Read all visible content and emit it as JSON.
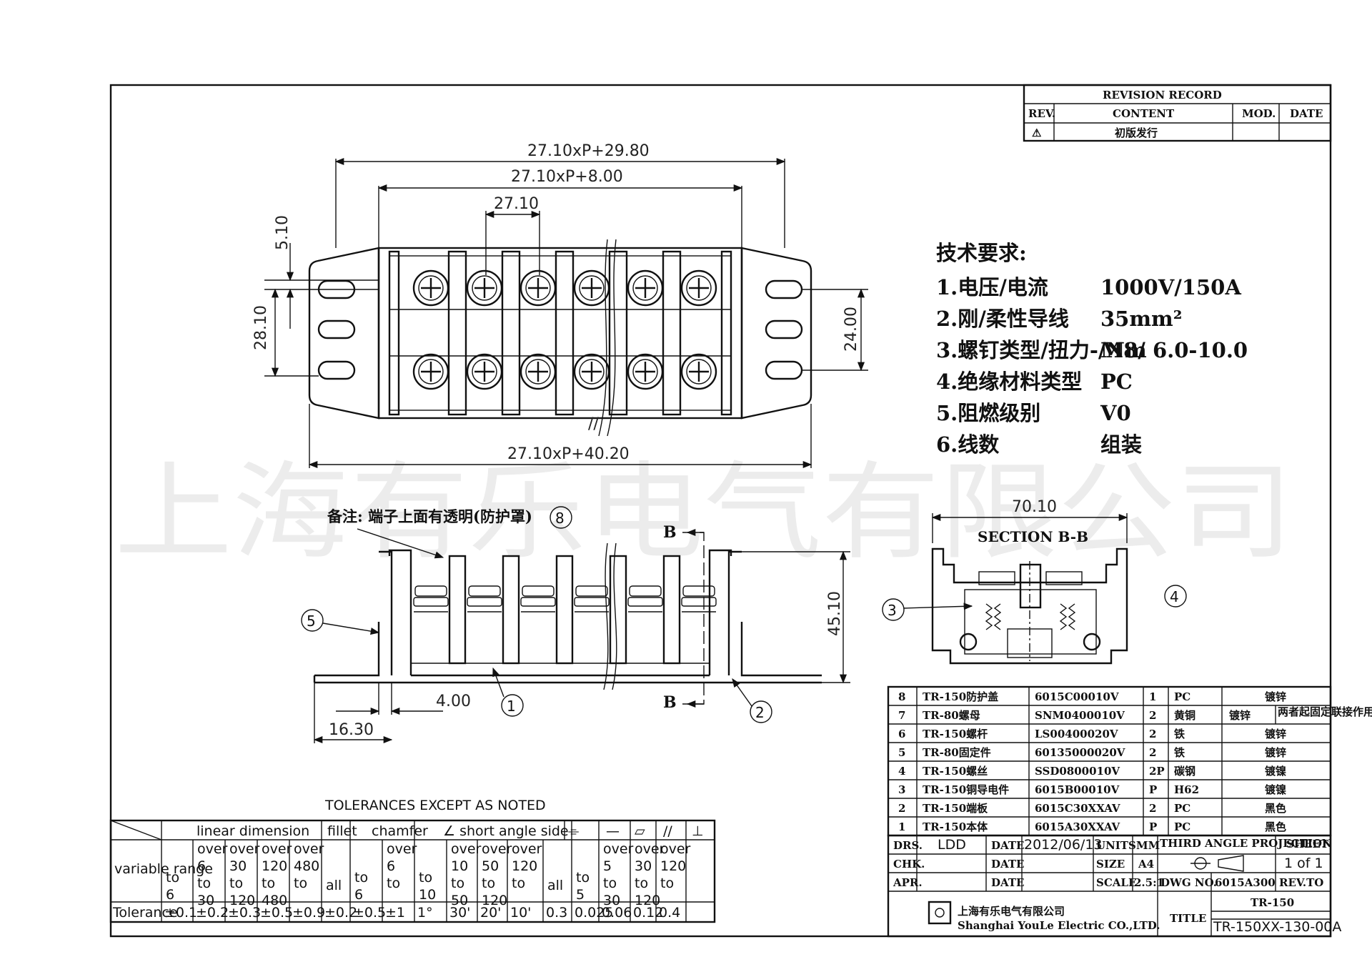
{
  "dimensions": {
    "total_length": "27.10xP+29.80",
    "inner_length": "27.10xP+8.00",
    "pitch": "27.10",
    "offset_5": "5.10",
    "height_28": "28.10",
    "height_24": "24.00",
    "base_length": "27.10xP+40.20",
    "section_width": "70.10",
    "side_height": "45.10",
    "foot_4": "4.00",
    "foot_16": "16.30"
  },
  "tech_requirements": {
    "title": "技术要求:",
    "items": [
      {
        "label": "1.电压/电流",
        "value": "1000V/150A"
      },
      {
        "label": "2.刚/柔性导线",
        "value": "35mm²"
      },
      {
        "label": "3.螺钉类型/扭力-/Nm",
        "value": "M8/ 6.0-10.0"
      },
      {
        "label": "4.绝缘材料类型",
        "value": "PC"
      },
      {
        "label": "5.阻燃级别",
        "value": "V0"
      },
      {
        "label": "6.线数",
        "value": "组装"
      }
    ]
  },
  "note": "备注: 端子上面有透明(防护罩)",
  "section_label": "SECTION B-B",
  "section_mark": "B",
  "balloons": [
    "1",
    "2",
    "3",
    "4",
    "5",
    "8"
  ],
  "watermark": "上海有乐电气有限公司",
  "revision": {
    "title": "REVISION    RECORD",
    "headers": [
      "REV.",
      "CONTENT",
      "MOD.",
      "DATE"
    ],
    "row": {
      "rev": "⚠",
      "content": "初版发行",
      "mod": "",
      "date": ""
    }
  },
  "bom": [
    {
      "no": "8",
      "name": "TR-150防护盖",
      "code": "6015C00010V",
      "qty": "1",
      "mat": "PC",
      "finish": "镀锌",
      "note": ""
    },
    {
      "no": "7",
      "name": "TR-80螺母",
      "code": "SNM0400010V",
      "qty": "2",
      "mat": "黄铜",
      "finish": "镀锌",
      "note": "两者起固定联接作用"
    },
    {
      "no": "6",
      "name": "TR-150螺杆",
      "code": "LS00400020V",
      "qty": "2",
      "mat": "铁",
      "finish": "镀锌",
      "note": ""
    },
    {
      "no": "5",
      "name": "TR-80固定件",
      "code": "60135000020V",
      "qty": "2",
      "mat": "铁",
      "finish": "镀锌",
      "note": ""
    },
    {
      "no": "4",
      "name": "TR-150螺丝",
      "code": "SSD0800010V",
      "qty": "2P",
      "mat": "碳钢",
      "finish": "镀镍",
      "note": ""
    },
    {
      "no": "3",
      "name": "TR-150铜导电件",
      "code": "6015B00010V",
      "qty": "P",
      "mat": "H62",
      "finish": "镀镍",
      "note": ""
    },
    {
      "no": "2",
      "name": "TR-150端板",
      "code": "6015C30XXAV",
      "qty": "2",
      "mat": "PC",
      "finish": "黑色",
      "note": ""
    },
    {
      "no": "1",
      "name": "TR-150本体",
      "code": "6015A30XXAV",
      "qty": "P",
      "mat": "PC",
      "finish": "黑色",
      "note": ""
    }
  ],
  "title_block": {
    "drs_label": "DRS.",
    "drs": "LDD",
    "chk_label": "CHK.",
    "apr_label": "APR.",
    "date_label": "DATE",
    "date": "2012/06/13",
    "units_label": "UNITS",
    "units": "MM",
    "size_label": "SIZE",
    "size": "A4",
    "scale_label": "SCALE",
    "scale": "2.5:1",
    "projection": "THIRD ANGLE PROJECTION",
    "sheet_label": "SHEET",
    "sheet": "1 of 1",
    "dwg_label": "DWG NO.",
    "dwg": "6015A300",
    "rev_label": "REV.TO",
    "part": "TR-150",
    "title_label": "TITLE",
    "title": "TR-150XX-130-00A",
    "company_cn": "上海有乐电气有限公司",
    "company_en": "Shanghai YouLe Electric CO.,LTD."
  },
  "tolerances": {
    "title": "TOLERANCES EXCEPT AS NOTED",
    "groups": [
      "linear  dimension",
      "fillet",
      "chamfer",
      "∠  short angle side",
      "⌯",
      "—",
      "▱",
      "//",
      "⊥"
    ],
    "row_label": "variable range",
    "ranges": [
      [
        "to",
        "6"
      ],
      [
        "over",
        "6",
        "to",
        "30"
      ],
      [
        "over",
        "30",
        "to",
        "120"
      ],
      [
        "over",
        "120",
        "to",
        "480"
      ],
      [
        "over",
        "480",
        "to"
      ],
      [
        "all"
      ],
      [
        "to",
        "6"
      ],
      [
        "over",
        "6",
        "to"
      ],
      [
        "to",
        "10"
      ],
      [
        "over",
        "10",
        "to",
        "50"
      ],
      [
        "over",
        "50",
        "to",
        "120"
      ],
      [
        "over",
        "120",
        "to"
      ],
      [
        "all"
      ],
      [
        "to",
        "5"
      ],
      [
        "over",
        "5",
        "to",
        "30"
      ],
      [
        "over",
        "30",
        "to",
        "120"
      ],
      [
        "over",
        "120",
        "to"
      ]
    ],
    "tol_label": "Tolerance",
    "values": [
      "±0.1",
      "±0.2",
      "±0.3",
      "±0.5",
      "±0.9",
      "±0.2",
      "±0.5",
      "±1",
      "1°",
      "30'",
      "20'",
      "10'",
      "0.3",
      "0.025",
      "0.06",
      "0.12",
      "0.4"
    ]
  }
}
